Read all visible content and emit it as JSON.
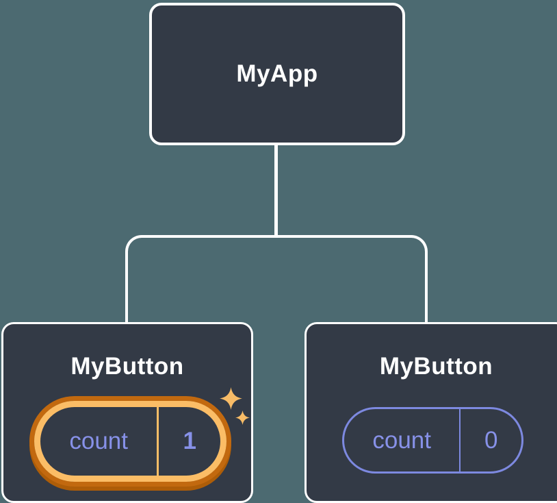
{
  "diagram": {
    "root": {
      "label": "MyApp"
    },
    "children": [
      {
        "label": "MyButton",
        "state": {
          "key": "count",
          "value": "1"
        },
        "highlighted": true
      },
      {
        "label": "MyButton",
        "state": {
          "key": "count",
          "value": "0"
        },
        "highlighted": false
      }
    ]
  },
  "icons": {
    "sparkle_large": "✦",
    "sparkle_small": "✦"
  },
  "colors": {
    "background": "#4c6a71",
    "node_fill": "#333a46",
    "node_border": "#ffffff",
    "connector": "#ffffff",
    "state_text": "#8791e8",
    "state_pill_border": "#7d89e0",
    "highlight_ring_outer": "#c2690f",
    "highlight_ring_inner": "#fbbd66",
    "sparkle": "#f8bc67"
  }
}
